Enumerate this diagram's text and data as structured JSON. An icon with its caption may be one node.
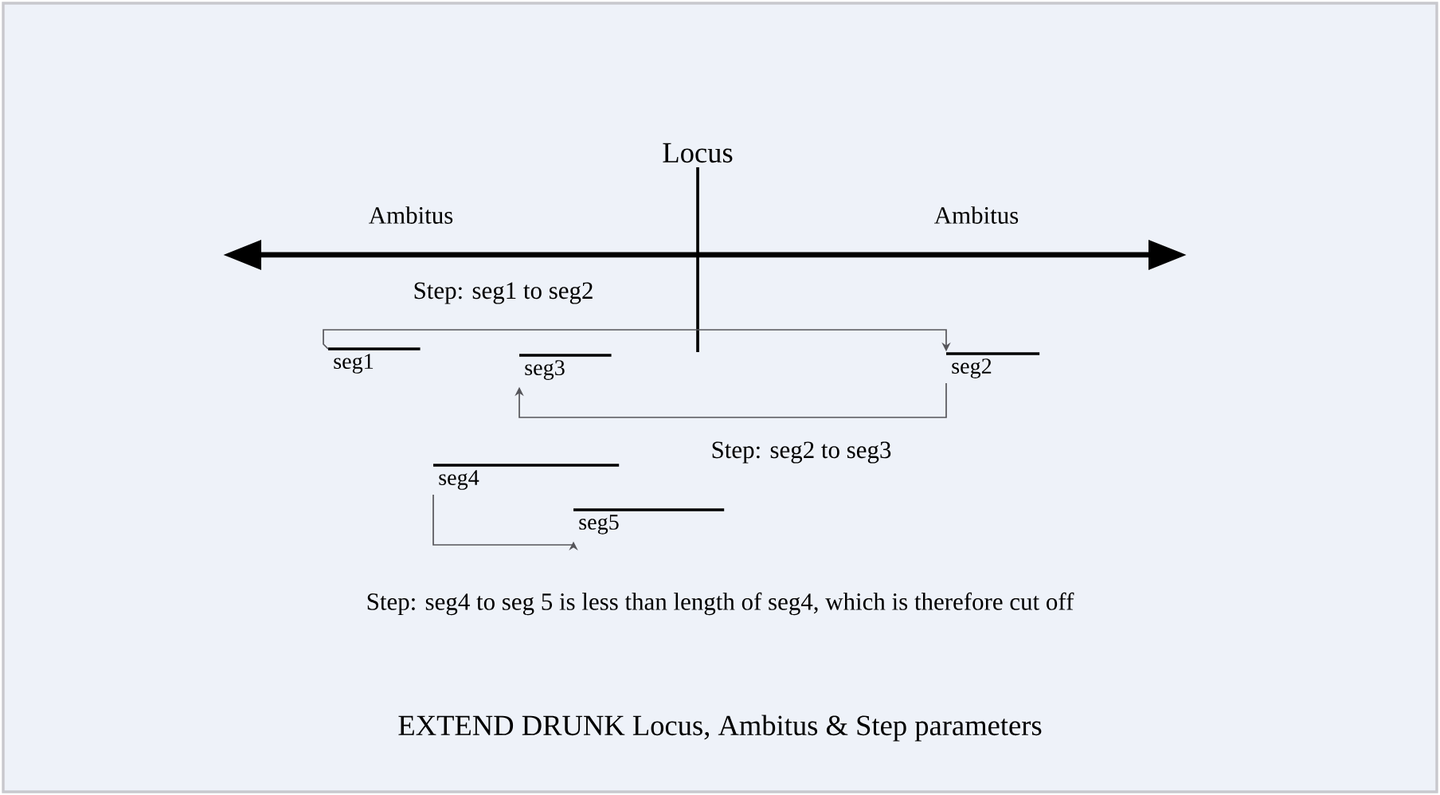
{
  "diagram": {
    "caption": "EXTEND DRUNK  Locus, Ambitus & Step parameters",
    "nodes": [
      {
        "text": [
          "seg1"
        ]
      },
      {
        "text": [
          "seg2"
        ]
      },
      {
        "text": [
          "seg3"
        ]
      },
      {
        "text": [
          "seg4"
        ]
      },
      {
        "text": [
          "seg5"
        ]
      }
    ],
    "edges": [
      {
        "from": 0,
        "to": 1,
        "arrow": "to",
        "label": "Step: seg1 to seg2"
      },
      {
        "from": 1,
        "to": 2,
        "arrow": "to",
        "label": "Step: seg2 to seg3"
      },
      {
        "from": 3,
        "to": 4,
        "arrow": "to"
      }
    ],
    "labels": [
      "Locus",
      "Ambitus",
      "Ambitus",
      "Step: seg4 to seg 5 is less than length of seg4, which is therefore cut off"
    ]
  }
}
